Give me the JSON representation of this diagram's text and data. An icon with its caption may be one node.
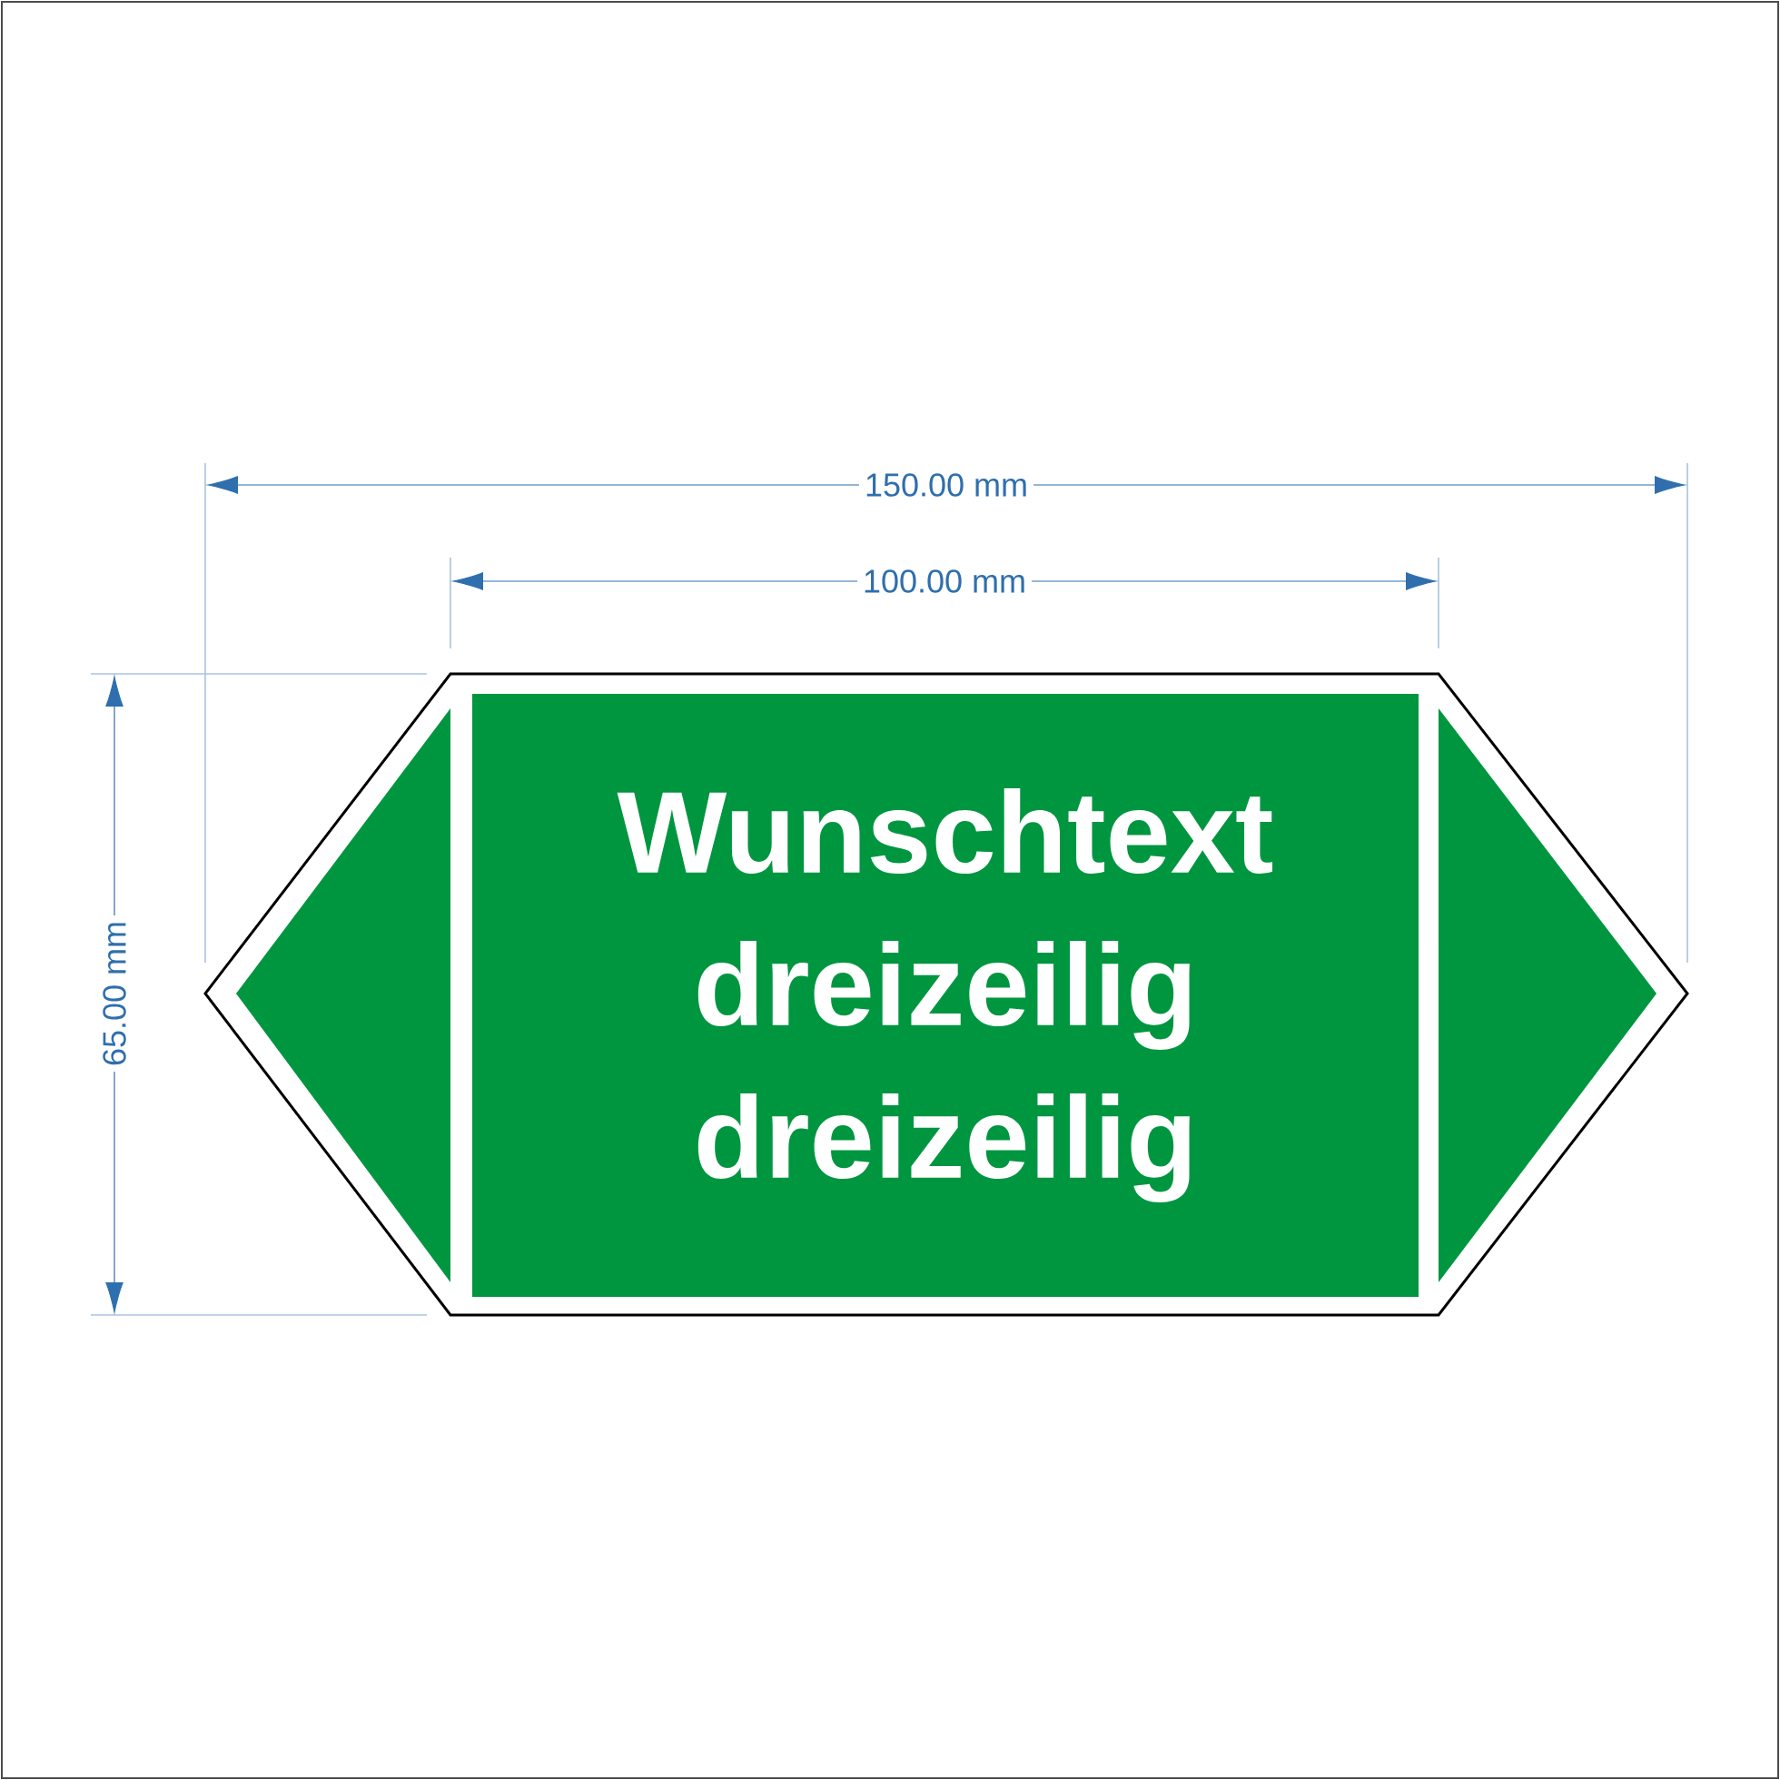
{
  "diagram": {
    "nodes": [
      {
        "text": [
          "Wunschtext dreizeilig dreizeilig"
        ]
      }
    ],
    "edges": [],
    "labels": [
      "150.00 mm",
      "100.00 mm",
      "65.00 mm"
    ]
  }
}
